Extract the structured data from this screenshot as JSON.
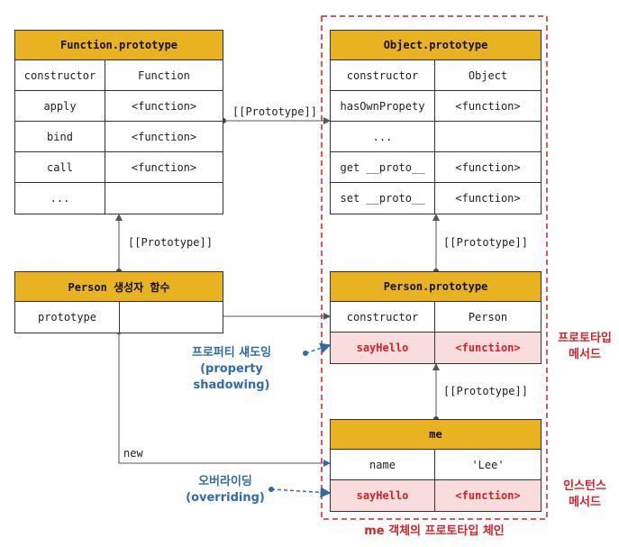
{
  "function_prototype": {
    "title": "Function.prototype",
    "rows": [
      {
        "key": "constructor",
        "value": "Function"
      },
      {
        "key": "apply",
        "value": "<function>"
      },
      {
        "key": "bind",
        "value": "<function>"
      },
      {
        "key": "call",
        "value": "<function>"
      },
      {
        "key": "...",
        "value": ""
      }
    ]
  },
  "object_prototype": {
    "title": "Object.prototype",
    "rows": [
      {
        "key": "constructor",
        "value": "Object"
      },
      {
        "key": "hasOwnPropety",
        "value": "<function>"
      },
      {
        "key": "...",
        "value": ""
      },
      {
        "key": "get __proto__",
        "value": "<function>"
      },
      {
        "key": "set __proto__",
        "value": "<function>"
      }
    ]
  },
  "person_constructor": {
    "title": "Person 생성자 함수",
    "rows": [
      {
        "key": "prototype",
        "value": ""
      }
    ]
  },
  "person_prototype": {
    "title": "Person.prototype",
    "rows": [
      {
        "key": "constructor",
        "value": "Person"
      },
      {
        "key": "sayHello",
        "value": "<function>"
      }
    ]
  },
  "me": {
    "title": "me",
    "rows": [
      {
        "key": "name",
        "value": "'Lee'"
      },
      {
        "key": "sayHello",
        "value": "<function>"
      }
    ]
  },
  "labels": {
    "proto_top": "[[Prototype]]",
    "proto_function": "[[Prototype]]",
    "proto_object": "[[Prototype]]",
    "proto_person": "[[Prototype]]",
    "new": "new"
  },
  "notes": {
    "shadowing_line1": "프로퍼티 섀도잉",
    "shadowing_line2": "(property shadowing)",
    "overriding_line1": "오버라이딩",
    "overriding_line2": "(overriding)",
    "proto_method_line1": "프로토타입",
    "proto_method_line2": "메서드",
    "instance_method_line1": "인스턴스",
    "instance_method_line2": "메서드",
    "chain_caption": "me 객체의 프로토타입 체인"
  },
  "colors": {
    "header": "#e8b220",
    "highlight_bg": "#f9dcdc",
    "red": "#d0232a",
    "blue": "#2f6ca8"
  }
}
